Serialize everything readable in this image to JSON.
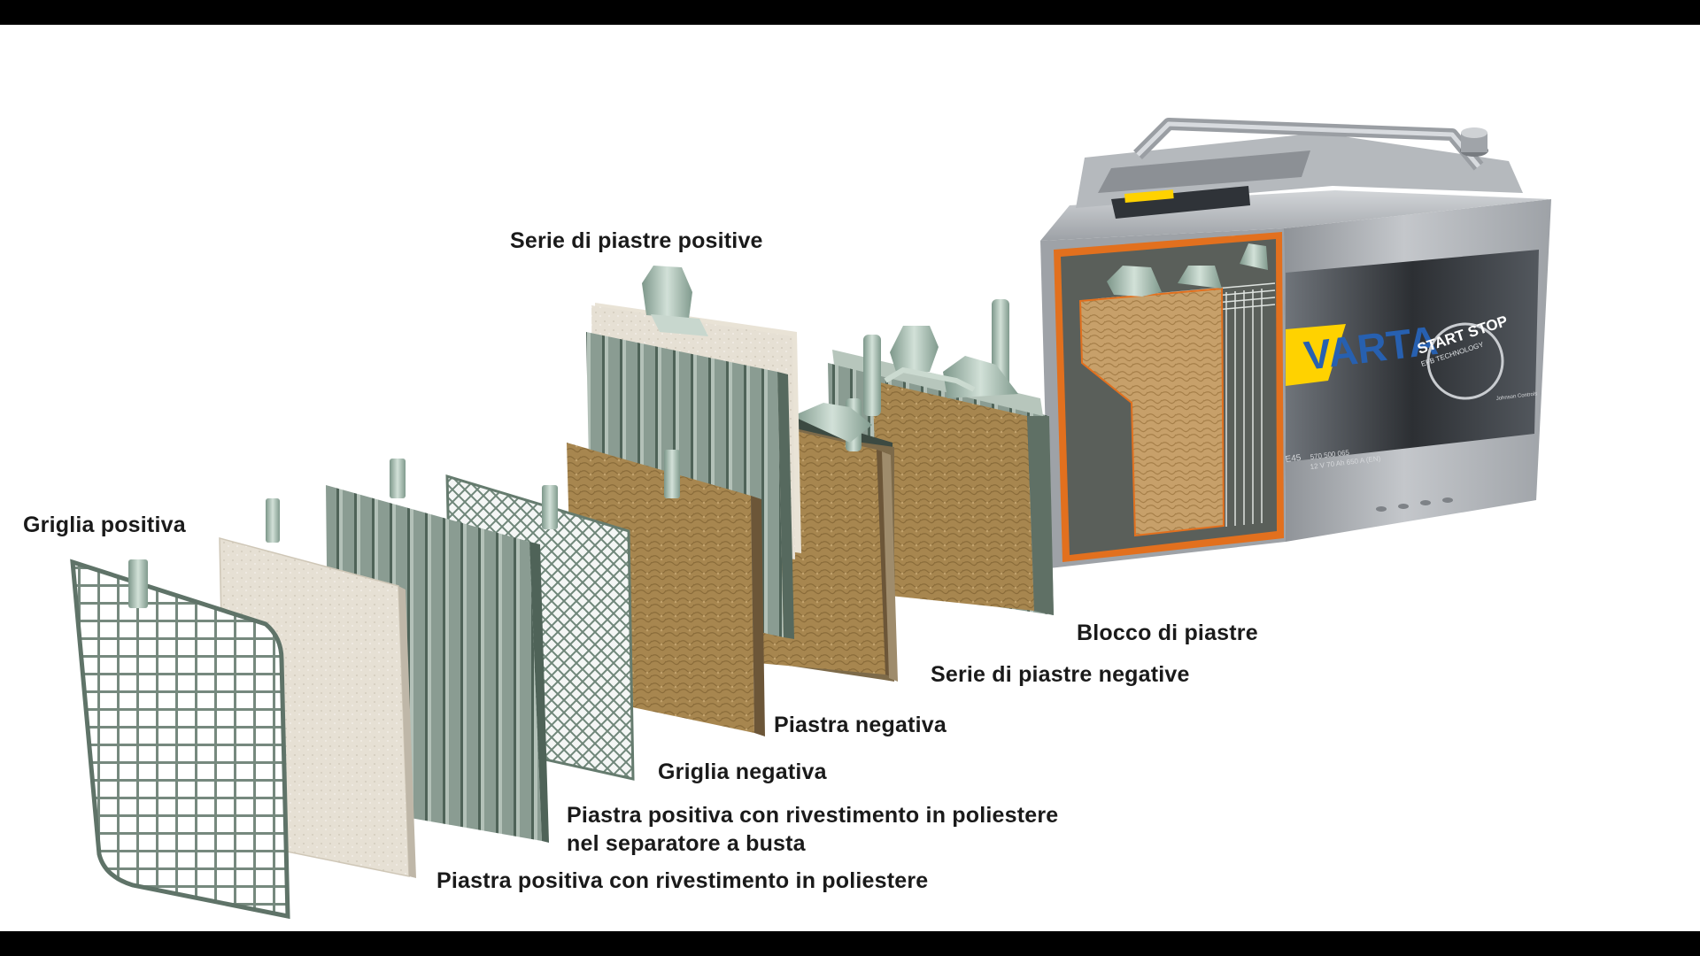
{
  "labels": {
    "positive_plate_series": "Serie di piastre positive",
    "positive_grid": "Griglia positiva",
    "plate_block": "Blocco di piastre",
    "negative_plate_series": "Serie di piastre negative",
    "negative_plate": "Piastra negativa",
    "negative_grid": "Griglia negativa",
    "positive_plate_envelope_line1": "Piastra positiva con rivestimento in poliestere",
    "positive_plate_envelope_line2": "nel separatore a busta",
    "positive_plate_polyester": "Piastra positiva con rivestimento in poliestere"
  },
  "battery": {
    "brand": "VARTA",
    "badge": "START STOP",
    "badge_sub": "EFB TECHNOLOGY",
    "model_code": "E45",
    "part_number": "570 500 065",
    "spec": "12 V 70 Ah 650 A (EN)",
    "maker": "Johnson Controls"
  },
  "colors": {
    "paste": "#a7864f",
    "grid_metal": "#7f9388",
    "separator": "#e4ddd0",
    "case_grey": "#b9bcc0",
    "cutaway_orange": "#e2701e"
  }
}
